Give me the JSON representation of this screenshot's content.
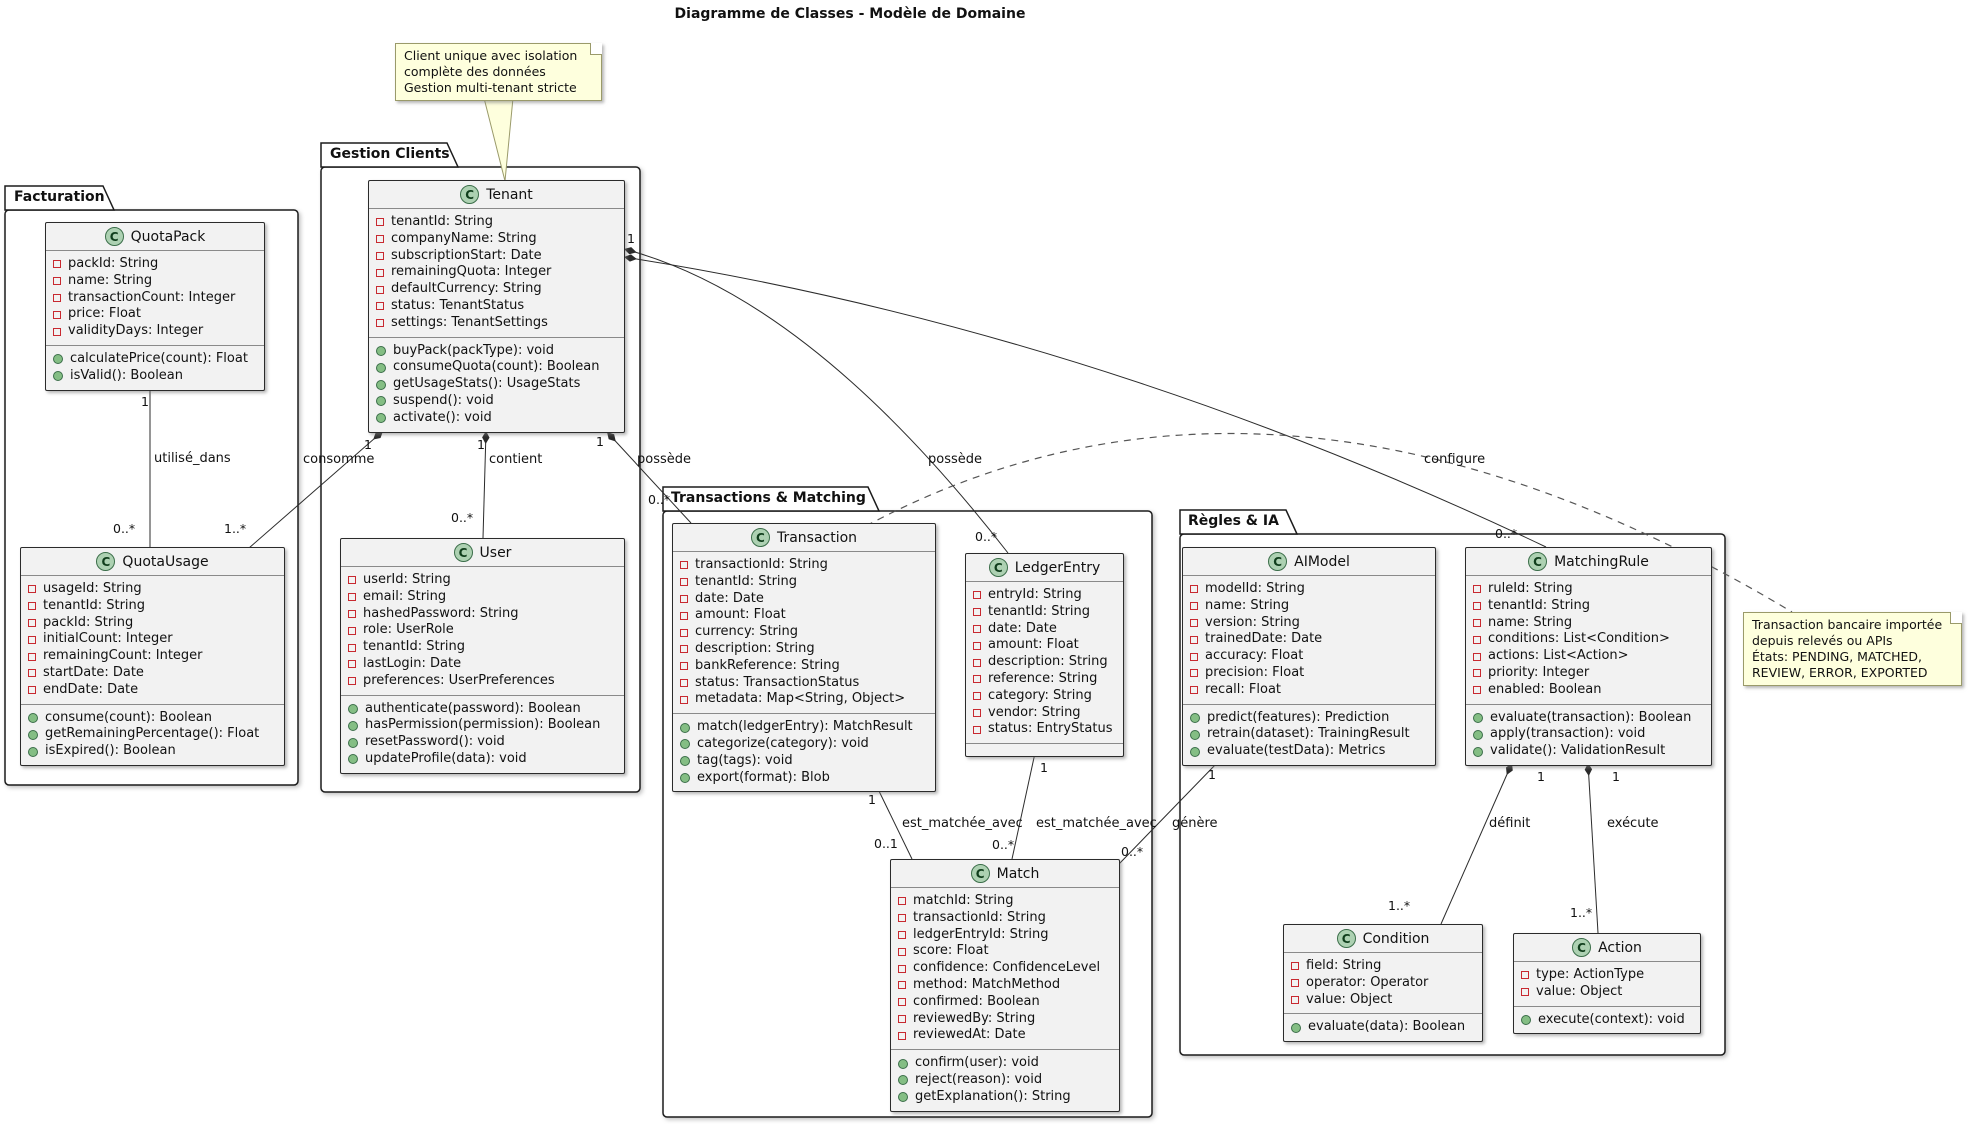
{
  "title": "Diagramme de Classes - Modèle de Domaine",
  "packages": [
    {
      "name": "Facturation"
    },
    {
      "name": "Gestion Clients"
    },
    {
      "name": "Transactions & Matching"
    },
    {
      "name": "Règles & IA"
    }
  ],
  "classes": {
    "quotapack": {
      "badge": "C",
      "name": "QuotaPack",
      "attributes": [
        "packId: String",
        "name: String",
        "transactionCount: Integer",
        "price: Float",
        "validityDays: Integer"
      ],
      "methods": [
        "calculatePrice(count): Float",
        "isValid(): Boolean"
      ]
    },
    "quotausage": {
      "badge": "C",
      "name": "QuotaUsage",
      "attributes": [
        "usageId: String",
        "tenantId: String",
        "packId: String",
        "initialCount: Integer",
        "remainingCount: Integer",
        "startDate: Date",
        "endDate: Date"
      ],
      "methods": [
        "consume(count): Boolean",
        "getRemainingPercentage(): Float",
        "isExpired(): Boolean"
      ]
    },
    "tenant": {
      "badge": "C",
      "name": "Tenant",
      "attributes": [
        "tenantId: String",
        "companyName: String",
        "subscriptionStart: Date",
        "remainingQuota: Integer",
        "defaultCurrency: String",
        "status: TenantStatus",
        "settings: TenantSettings"
      ],
      "methods": [
        "buyPack(packType): void",
        "consumeQuota(count): Boolean",
        "getUsageStats(): UsageStats",
        "suspend(): void",
        "activate(): void"
      ]
    },
    "user": {
      "badge": "C",
      "name": "User",
      "attributes": [
        "userId: String",
        "email: String",
        "hashedPassword: String",
        "role: UserRole",
        "tenantId: String",
        "lastLogin: Date",
        "preferences: UserPreferences"
      ],
      "methods": [
        "authenticate(password): Boolean",
        "hasPermission(permission): Boolean",
        "resetPassword(): void",
        "updateProfile(data): void"
      ]
    },
    "transaction": {
      "badge": "C",
      "name": "Transaction",
      "attributes": [
        "transactionId: String",
        "tenantId: String",
        "date: Date",
        "amount: Float",
        "currency: String",
        "description: String",
        "bankReference: String",
        "status: TransactionStatus",
        "metadata: Map<String, Object>"
      ],
      "methods": [
        "match(ledgerEntry): MatchResult",
        "categorize(category): void",
        "tag(tags): void",
        "export(format): Blob"
      ]
    },
    "ledgerentry": {
      "badge": "C",
      "name": "LedgerEntry",
      "attributes": [
        "entryId: String",
        "tenantId: String",
        "date: Date",
        "amount: Float",
        "description: String",
        "reference: String",
        "category: String",
        "vendor: String",
        "status: EntryStatus"
      ],
      "methods": []
    },
    "match": {
      "badge": "C",
      "name": "Match",
      "attributes": [
        "matchId: String",
        "transactionId: String",
        "ledgerEntryId: String",
        "score: Float",
        "confidence: ConfidenceLevel",
        "method: MatchMethod",
        "confirmed: Boolean",
        "reviewedBy: String",
        "reviewedAt: Date"
      ],
      "methods": [
        "confirm(user): void",
        "reject(reason): void",
        "getExplanation(): String"
      ]
    },
    "aimodel": {
      "badge": "C",
      "name": "AIModel",
      "attributes": [
        "modelId: String",
        "name: String",
        "version: String",
        "trainedDate: Date",
        "accuracy: Float",
        "precision: Float",
        "recall: Float"
      ],
      "methods": [
        "predict(features): Prediction",
        "retrain(dataset): TrainingResult",
        "evaluate(testData): Metrics"
      ]
    },
    "matchingrule": {
      "badge": "C",
      "name": "MatchingRule",
      "attributes": [
        "ruleId: String",
        "tenantId: String",
        "name: String",
        "conditions: List<Condition>",
        "actions: List<Action>",
        "priority: Integer",
        "enabled: Boolean"
      ],
      "methods": [
        "evaluate(transaction): Boolean",
        "apply(transaction): void",
        "validate(): ValidationResult"
      ]
    },
    "condition": {
      "badge": "C",
      "name": "Condition",
      "attributes": [
        "field: String",
        "operator: Operator",
        "value: Object"
      ],
      "methods": [
        "evaluate(data): Boolean"
      ]
    },
    "action": {
      "badge": "C",
      "name": "Action",
      "attributes": [
        "type: ActionType",
        "value: Object"
      ],
      "methods": [
        "execute(context): void"
      ]
    }
  },
  "notes": {
    "tenant_note": {
      "lines": [
        "Client unique avec isolation",
        "complète des données",
        "Gestion multi-tenant stricte"
      ]
    },
    "transaction_note": {
      "lines": [
        "Transaction bancaire importée",
        "depuis relevés ou APIs",
        "États: PENDING, MATCHED,",
        "REVIEW, ERROR, EXPORTED"
      ]
    }
  },
  "edge_labels": [
    "utilisé_dans",
    "consomme",
    "contient",
    "possède",
    "possède",
    "configure",
    "est_matchée_avec",
    "est_matchée_avec",
    "génère",
    "définit",
    "exécute"
  ],
  "multiplicities": [
    "1",
    "0..*",
    "1..*",
    "1",
    "1",
    "1",
    "1",
    "0..*",
    "0..*",
    "0..*",
    "0..*",
    "1",
    "0..1",
    "1",
    "0..*",
    "1",
    "0..*",
    "1",
    "1",
    "1..*",
    "1..*"
  ],
  "colors": {
    "class_bg": "#f2f2f2",
    "badge_bg": "#ADD1B2",
    "note_bg": "#FEFFDD",
    "field_icon": "#C82930",
    "method_icon": "#84BE84",
    "line": "#2b2b2b"
  }
}
